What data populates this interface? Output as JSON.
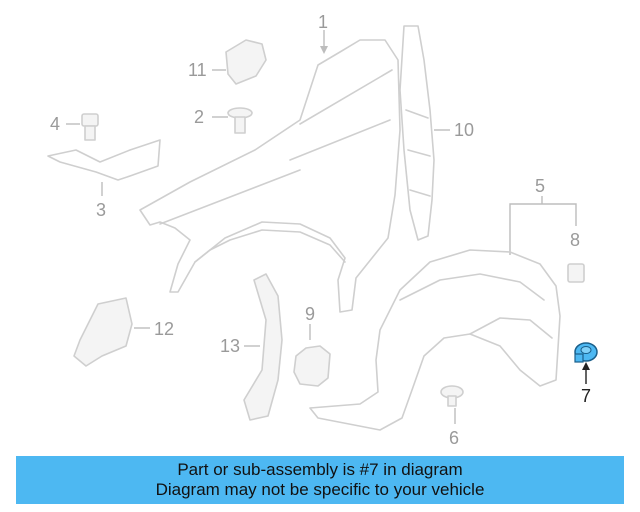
{
  "callouts": {
    "c1": "1",
    "c2": "2",
    "c3": "3",
    "c4": "4",
    "c5": "5",
    "c6": "6",
    "c7": "7",
    "c8": "8",
    "c9": "9",
    "c10": "10",
    "c11": "11",
    "c12": "12",
    "c13": "13"
  },
  "highlight": {
    "part": "7",
    "color": "#4db8f2"
  },
  "banner": {
    "line1": "Part or sub-assembly is #7 in diagram",
    "line2": "Diagram may not be specific to your vehicle",
    "color": "#4db8f2"
  }
}
